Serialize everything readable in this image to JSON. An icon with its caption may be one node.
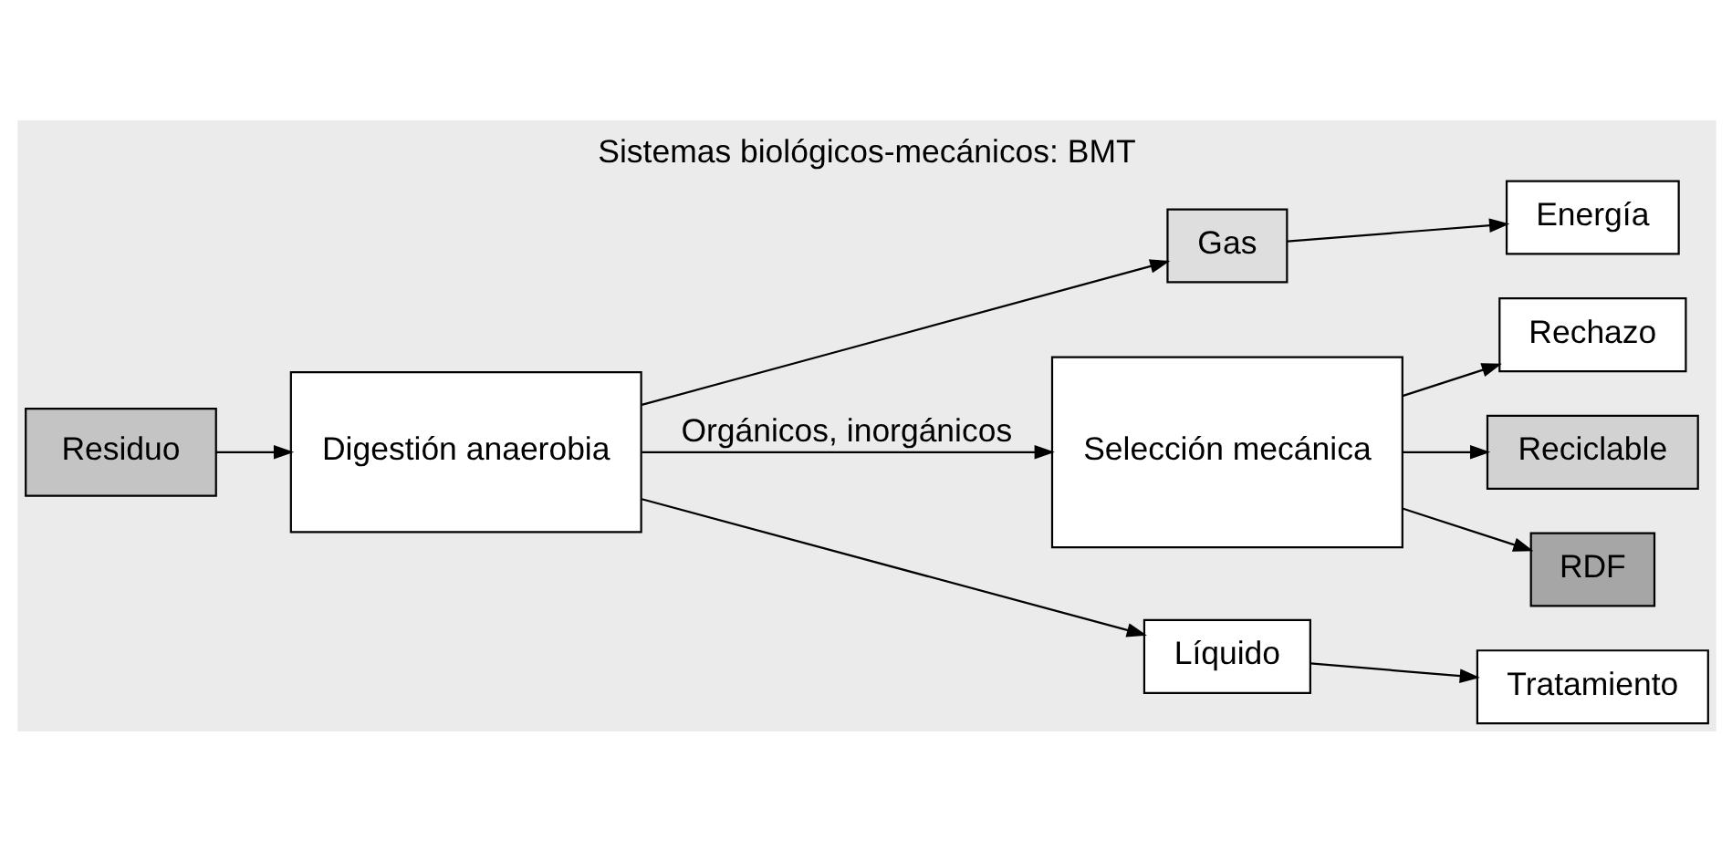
{
  "diagram": {
    "title": "Sistemas biológicos-mecánicos: BMT",
    "nodes": [
      {
        "text": [
          "Energía"
        ]
      },
      {
        "text": [
          "Gas"
        ]
      },
      {
        "text": [
          "Rechazo"
        ]
      },
      {
        "text": [
          "Residuo"
        ]
      },
      {
        "text": [
          "Digestión anaerobia"
        ]
      },
      {
        "text": [
          "Selección mecánica"
        ]
      },
      {
        "text": [
          "Líquido"
        ]
      },
      {
        "text": [
          "Tratamiento"
        ]
      },
      {
        "text": [
          "Reciclable"
        ]
      },
      {
        "text": [
          "RDF"
        ]
      }
    ],
    "edges": [
      {
        "from": 3,
        "to": 4,
        "arrow": "to"
      },
      {
        "from": 4,
        "to": 1,
        "arrow": "to"
      },
      {
        "from": 1,
        "to": 0,
        "arrow": "to"
      },
      {
        "from": 4,
        "to": 6,
        "arrow": "to"
      },
      {
        "from": 6,
        "to": 7,
        "arrow": "to"
      },
      {
        "from": 4,
        "to": 5,
        "arrow": "to",
        "label": "Orgánicos, inorgánicos"
      },
      {
        "from": 5,
        "to": 2,
        "arrow": "to"
      },
      {
        "from": 5,
        "to": 8,
        "arrow": "to"
      },
      {
        "from": 5,
        "to": 9,
        "arrow": "to"
      }
    ]
  }
}
